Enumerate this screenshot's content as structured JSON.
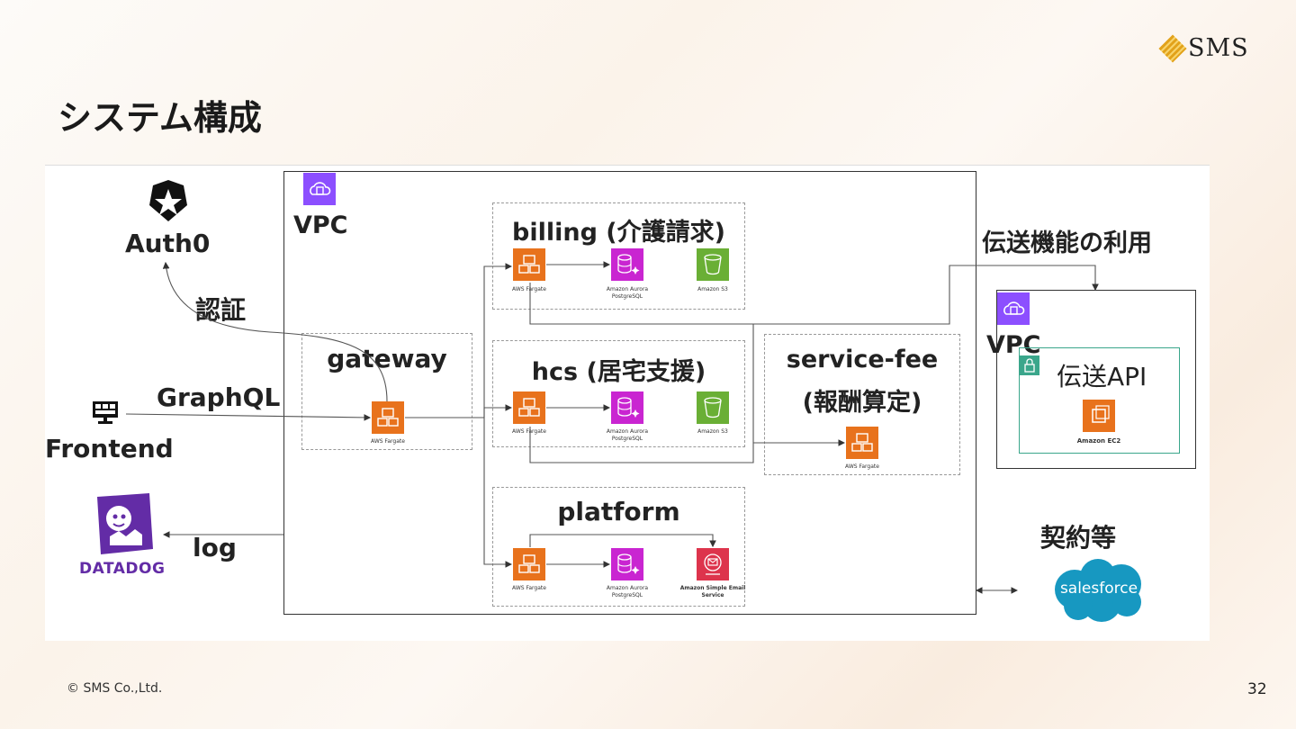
{
  "header": {
    "brand": "SMS",
    "title": "システム構成"
  },
  "footer": {
    "copyright": "© SMS Co.,Ltd.",
    "page": "32"
  },
  "diagram": {
    "main_vpc": "VPC",
    "ext_vpc": "VPC",
    "auth": "Auth0",
    "auth_edge": "認証",
    "frontend": "Frontend",
    "graphql_edge": "GraphQL",
    "datadog": "DATADOG",
    "log_edge": "log",
    "transmission_usage": "伝送機能の利用",
    "transmission_api": "伝送API",
    "contracts": "契約等",
    "salesforce": "salesforce",
    "groups": {
      "gateway": "gateway",
      "billing": "billing (介護請求)",
      "hcs": "hcs (居宅支援)",
      "service_fee_line1": "service-fee",
      "service_fee_line2": "(報酬算定)",
      "platform": "platform"
    },
    "services": {
      "fargate": "AWS Fargate",
      "aurora_1": "Amazon Aurora",
      "aurora_2": "PostgreSQL",
      "s3": "Amazon S3",
      "ses_1": "Amazon Simple Email",
      "ses_2": "Service",
      "ec2": "Amazon EC2"
    },
    "colors": {
      "fargate": "#e8721c",
      "aurora": "#c925d1",
      "s3": "#6aaf35",
      "ses": "#dd344c",
      "vpc": "#8c4fff",
      "ec2": "#e8721c",
      "subnet": "#3aa68b",
      "salesforce": "#1798c1",
      "datadog": "#632ca6"
    }
  }
}
